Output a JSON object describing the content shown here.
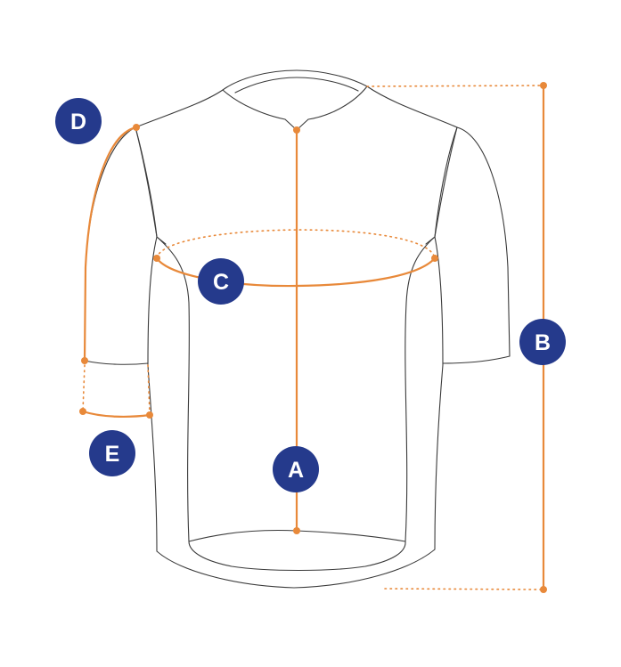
{
  "colors": {
    "measure": "#E8893A",
    "badge": "#253A8C",
    "outline": "#3A3A3A"
  },
  "labels": {
    "a": "A",
    "b": "B",
    "c": "C",
    "d": "D",
    "e": "E"
  }
}
